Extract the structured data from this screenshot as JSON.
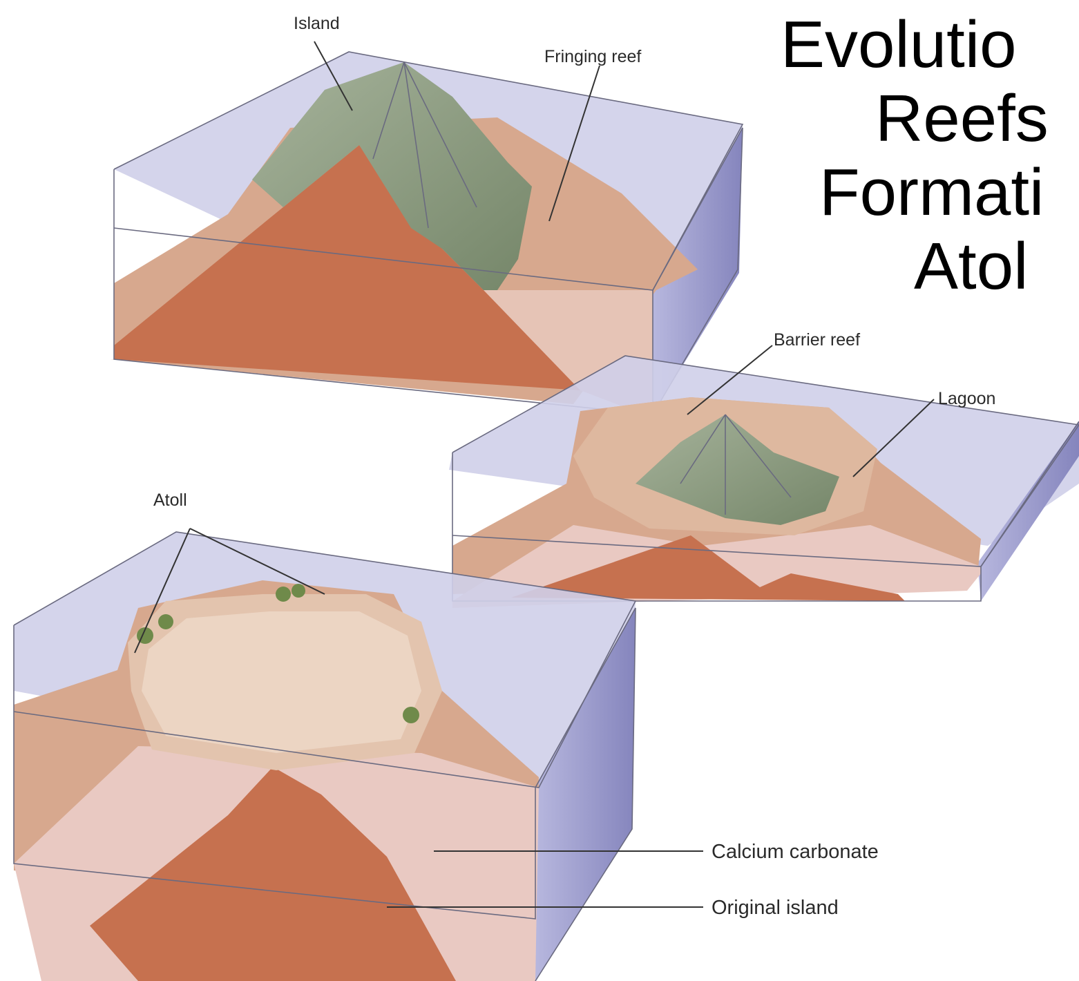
{
  "title": {
    "lines": [
      "Evolutio",
      "Reefs",
      "Formati",
      "Atol"
    ]
  },
  "labels": {
    "island": "Island",
    "fringing_reef": "Fringing reef",
    "barrier_reef": "Barrier reef",
    "lagoon": "Lagoon",
    "atoll": "Atoll",
    "calcium_carbonate": "Calcium carbonate",
    "original_island": "Original island"
  },
  "colors": {
    "water_top": "#c9c9e6",
    "water_side": "#8f8fc4",
    "rock": "#c6714f",
    "reef": "#dcb39c",
    "vegetation": "#8e9f86",
    "limestone": "#e9c9c2"
  }
}
